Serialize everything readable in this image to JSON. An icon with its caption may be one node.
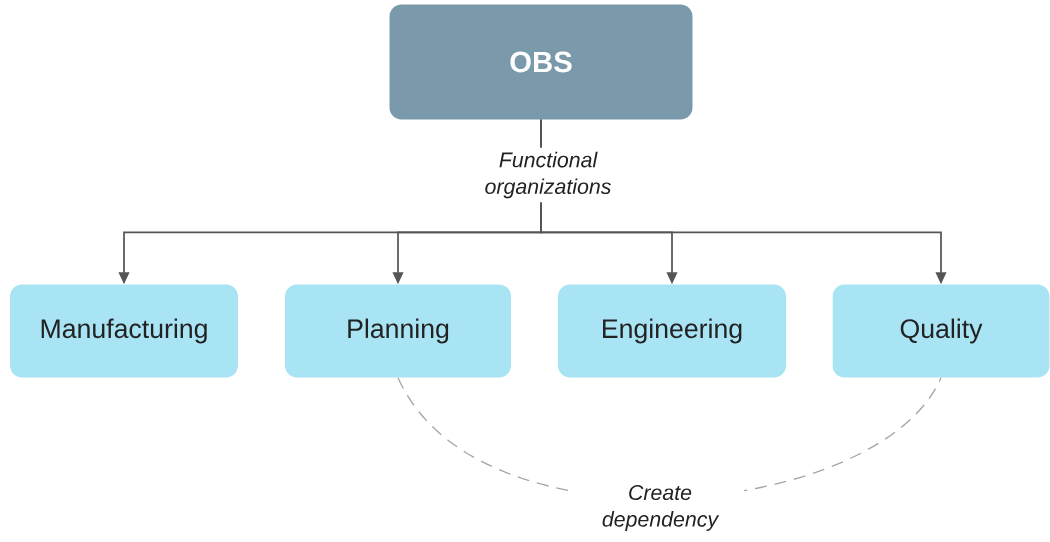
{
  "diagram": {
    "nodes": [
      {
        "text": [
          "OBS"
        ]
      },
      {
        "text": [
          "Manufacturing"
        ]
      },
      {
        "text": [
          "Planning"
        ]
      },
      {
        "text": [
          "Engineering"
        ]
      },
      {
        "text": [
          "Quality"
        ]
      }
    ],
    "edges": [
      {
        "from": 0,
        "to": 1,
        "arrow": "to",
        "label": "Functional organizations"
      },
      {
        "from": 0,
        "to": 2,
        "arrow": "to"
      },
      {
        "from": 0,
        "to": 3,
        "arrow": "to"
      },
      {
        "from": 0,
        "to": 4,
        "arrow": "to"
      },
      {
        "from": 2,
        "to": 4,
        "arrow": "none",
        "style": "dashed",
        "color": "#a6a6a6",
        "label": "Create dependency"
      }
    ]
  }
}
